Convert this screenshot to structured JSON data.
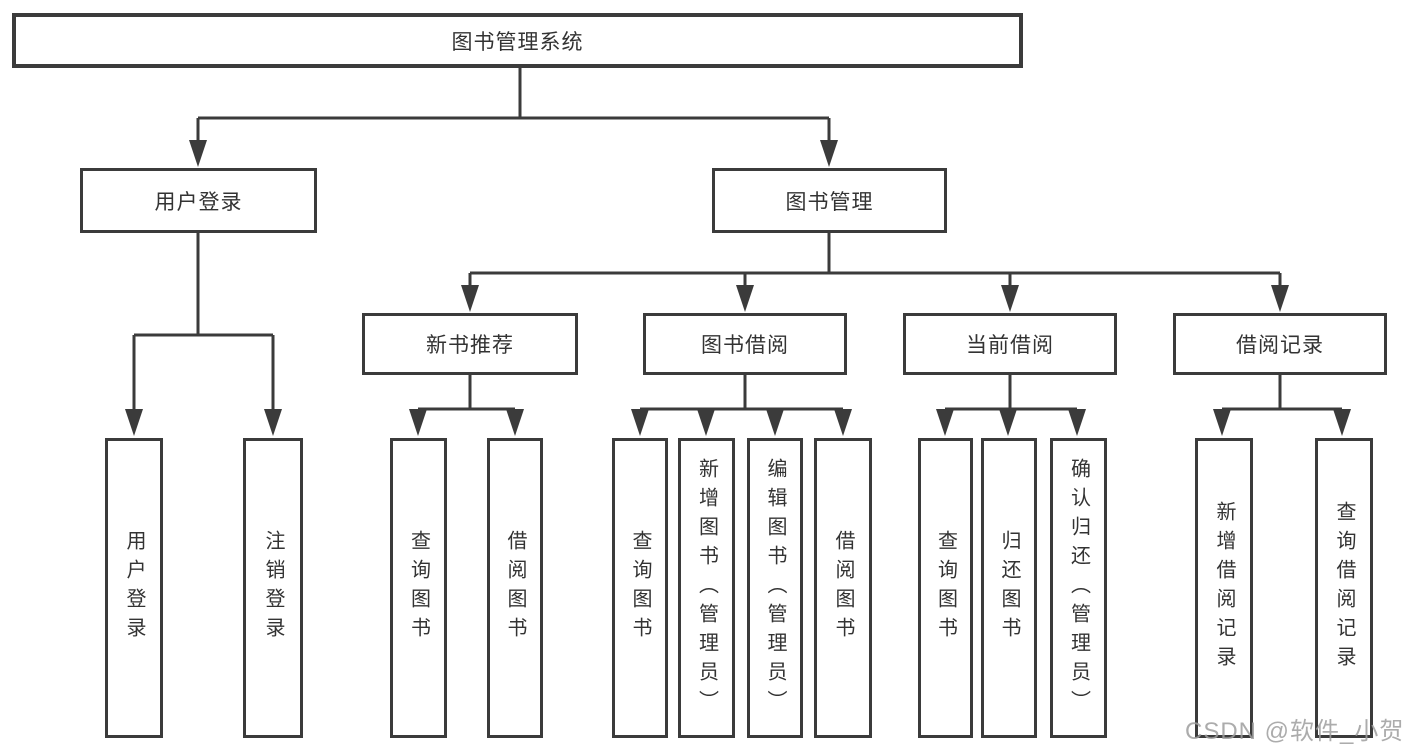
{
  "diagram": {
    "root": {
      "label": "图书管理系统"
    },
    "level2": [
      {
        "label": "用户登录"
      },
      {
        "label": "图书管理"
      }
    ],
    "level3": [
      {
        "label": "新书推荐"
      },
      {
        "label": "图书借阅"
      },
      {
        "label": "当前借阅"
      },
      {
        "label": "借阅记录"
      }
    ],
    "leaves": [
      {
        "label": "用户登录"
      },
      {
        "label": "注销登录"
      },
      {
        "label": "查询图书"
      },
      {
        "label": "借阅图书"
      },
      {
        "label": "查询图书"
      },
      {
        "label": "新增图书（管理员）"
      },
      {
        "label": "编辑图书（管理员）"
      },
      {
        "label": "借阅图书"
      },
      {
        "label": "查询图书"
      },
      {
        "label": "归还图书"
      },
      {
        "label": "确认归还（管理员）"
      },
      {
        "label": "新增借阅记录"
      },
      {
        "label": "查询借阅记录"
      }
    ]
  },
  "watermark": {
    "text": "CSDN @软件_小贺同学"
  },
  "colors": {
    "line": "#3b3b3b",
    "box_border": "#3b3b3b",
    "text": "#333333",
    "watermark": "#9e9e9e",
    "background": "#ffffff"
  }
}
